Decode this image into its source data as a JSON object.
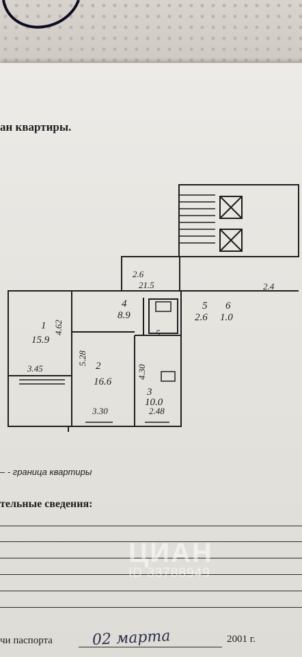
{
  "document": {
    "heading": "ан квартиры.",
    "border_note": "– - граница квартиры",
    "extra_heading": "тельные сведения:",
    "footer_label": "чи паспорта",
    "handwritten_date": "02 марта",
    "year": "2001 г."
  },
  "plan": {
    "rooms": [
      {
        "number": "1",
        "area": "15.9"
      },
      {
        "number": "2",
        "area": "16.6"
      },
      {
        "number": "3",
        "area": "10.0"
      },
      {
        "number": "4",
        "area": "8.9"
      },
      {
        "number": "5",
        "area": "2.6"
      },
      {
        "number": "6",
        "area": "1.0"
      }
    ],
    "dimensions": {
      "d1": "4.62",
      "d2": "3.45",
      "d3": "5.28",
      "d4": "3.30",
      "d5": "4.30",
      "d6": "2.48",
      "d7": "2.6",
      "d8": "21.5",
      "d9": "2.4",
      "d10": "5"
    }
  },
  "watermark": {
    "brand": "ЦИАН",
    "id": "ID 33788949"
  },
  "colors": {
    "paper": "#e8e6e1",
    "ink": "#1d1d1d",
    "watermark": "#ffffff"
  }
}
